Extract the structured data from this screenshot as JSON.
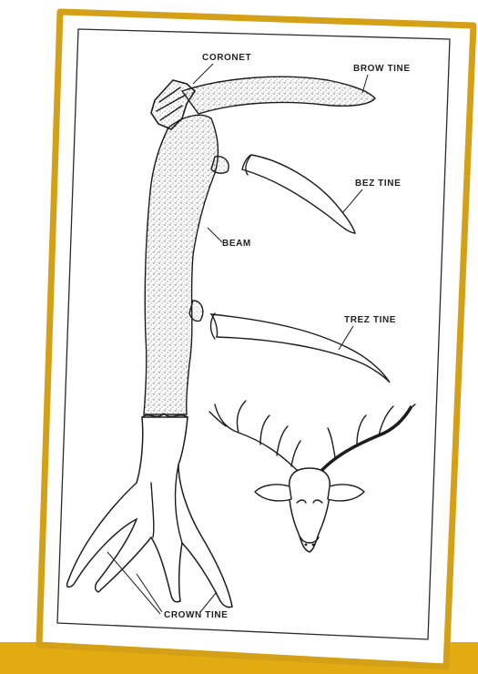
{
  "diagram": {
    "labels": {
      "coronet": "CORONET",
      "brow_tine": "BROW TINE",
      "bez_tine": "BEZ TINE",
      "beam": "BEAM",
      "trez_tine": "TREZ TINE",
      "crown_tine": "CROWN TINE"
    }
  },
  "colors": {
    "frame": "#d4a017",
    "band": "#e3ab12",
    "background": "#ffffff",
    "ink": "#1c1c1c"
  }
}
